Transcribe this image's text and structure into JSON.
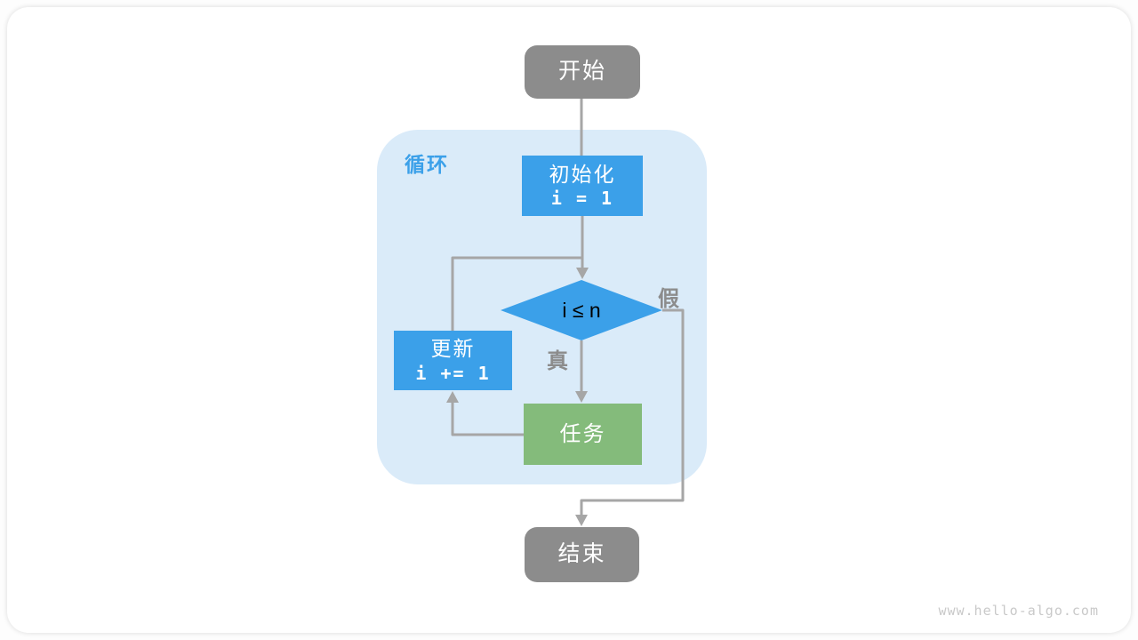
{
  "page": {
    "watermark": "www.hello-algo.com"
  },
  "flowchart": {
    "start": {
      "label": "开始"
    },
    "loop_container": {
      "label": "循环"
    },
    "init": {
      "title": "初始化",
      "code": "i = 1"
    },
    "condition": {
      "code": "i ≤ n"
    },
    "branch_true": {
      "label": "真"
    },
    "branch_false": {
      "label": "假"
    },
    "update": {
      "title": "更新",
      "code": "i += 1"
    },
    "task": {
      "label": "任务"
    },
    "end": {
      "label": "结束"
    },
    "colors": {
      "node_blue": "#3ba0e9",
      "node_green": "#84bb7b",
      "node_gray": "#8c8c8c",
      "loop_container_bg": "#daebf9",
      "connector_gray": "#a6a6a6",
      "loop_label_blue": "#3ba0e9",
      "branch_label_gray": "#8c8c8c",
      "watermark_gray": "#c9c9c9"
    }
  }
}
